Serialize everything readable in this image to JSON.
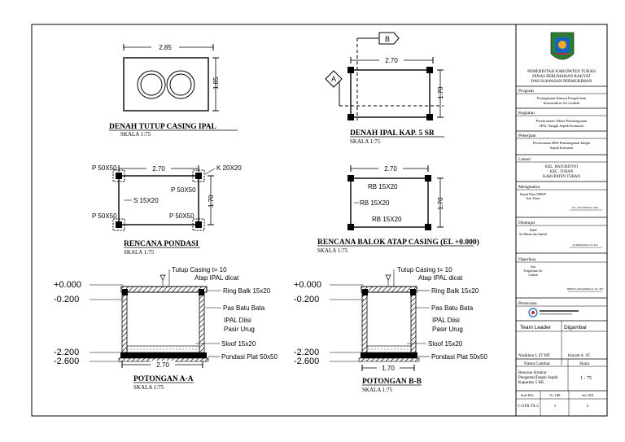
{
  "views": {
    "tutup": {
      "dim": "2.85",
      "dim_v": "1.85",
      "title": "DENAH TUTUP CASING IPAL",
      "scale": "SKALA 1:75"
    },
    "denah": {
      "dim": "2.70",
      "dim_v": "1.70",
      "title": "DENAH IPAL KAP. 5 SR",
      "scale": "SKALA 1:75",
      "marker_a": "A",
      "marker_b": "B"
    },
    "pondasi": {
      "dim": "2.70",
      "dim_v": "1.70",
      "title": "RENCANA PONDASI",
      "scale": "SKALA 1:75",
      "labels": {
        "p_tl": "P 50X50",
        "k": "K 20X20",
        "p_mr": "P 50X50",
        "s": "S 15X20",
        "p_bl": "P 50X50",
        "p_br": "P 50X50"
      }
    },
    "balok": {
      "dim": "2.70",
      "dim_v": "1.70",
      "title": "RENCANA BALOK ATAP CASING (EL +0.000)",
      "scale": "SKALA 1:75",
      "labels": {
        "rb1": "RB 15X20",
        "rb2": "RB 15X20",
        "rb3": "RB 15X20"
      }
    },
    "pot_a": {
      "dim": "2.70",
      "title": "POTONGAN A-A",
      "scale": "SKALA 1:75",
      "levels": [
        "+0.000",
        "-0.200",
        "-2.200",
        "-2.600"
      ],
      "notes": [
        "Tutup Casing t= 10",
        "Atap IPAL dicat",
        "Ring Balk 15x20",
        "Pas Batu Bata",
        "IPAL Diisi",
        "Pasir Urug",
        "Sloof 15x20",
        "Pondasi Plat 50x50"
      ]
    },
    "pot_b": {
      "dim": "1.70",
      "title": "POTONGAN B-B",
      "scale": "SKALA 1:75",
      "levels": [
        "+0.000",
        "-0.200",
        "-2.200",
        "-2.600"
      ],
      "notes": [
        "Tutup Casing t= 10",
        "Atap IPAL dicat",
        "Ring Balk 15x20",
        "Pas Batu Bata",
        "IPAL Diisi",
        "Pasir Urug",
        "Sloof 15x20",
        "Pondasi Plat 50x50"
      ]
    }
  },
  "titleblock": {
    "agency": [
      "PEMERINTAH KABUPATEN TUBAN",
      "DINAS PERUMAHAN RAKYAT",
      "DAN KAWASAN PERMUKIMAN"
    ],
    "program_h": "Program",
    "program": [
      "Peningkatan Kinerja Pengelolaan",
      "Infrastruktur Air Limbah"
    ],
    "kegiatan_h": "Kegiatan",
    "kegiatan": [
      "Perencanaan Teknis Pembangunan",
      "IPAL/Tangki Septik Komunal"
    ],
    "pekerjaan_h": "Pekerjaan",
    "pekerjaan": [
      "Perencanaan DED Pembangunan Tangki",
      "Septik Komunal"
    ],
    "lokasi_h": "Lokasi",
    "lokasi": [
      "KEL. BATURETNO",
      "KEC. TUBAN",
      "KABUPATEN TUBAN"
    ],
    "mengetahui_h": "Mengetahui",
    "mengetahui": [
      "Kepala Dinas DPRKP",
      "Kab. Tuban"
    ],
    "mengetahui_sign": "Drs. SUDARMAJI, MM",
    "disetujui_h": "Disetujui",
    "disetujui": [
      "Kabid",
      "Air Minum dan Sanitasi"
    ],
    "disetujui_sign": "SUHARSONO, ST, MT",
    "diperiksa_h": "Diperiksa",
    "diperiksa": [
      "Kasi",
      "Pengelolaan Air",
      "Limbah"
    ],
    "diperiksa_sign": "HENDY ADYANDRA P., ST., MT",
    "perencana_h": "Perencana",
    "team_leader": "Team Leader",
    "drafter": "Digambar",
    "team_leader_name": "Nasikhun I, ST MT",
    "drafter_name": "Hayam A. ST",
    "nama_gambar": "Nama Gambar",
    "skala_h": "Skala",
    "gambar": [
      "Rencana Struktur",
      "PengamanTangki Septik",
      "Kapasitas 5 KK"
    ],
    "skala": "1 : 75",
    "kode_h": "Kode HAL",
    "no_h": "No. LBR",
    "jml_h": "Jml. LBR",
    "kode": "C-STR.TS-2",
    "no": "1",
    "jml": "2"
  }
}
